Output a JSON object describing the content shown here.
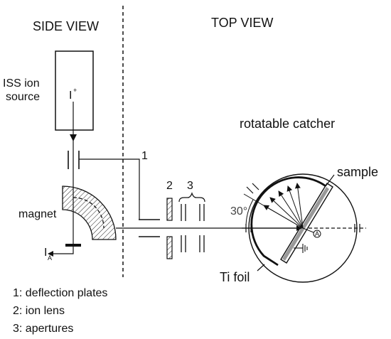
{
  "views": {
    "side": "SIDE VIEW",
    "top": "TOP VIEW"
  },
  "labels": {
    "source_line1": "ISS ion",
    "source_line2": "source",
    "ion_symbol": "I",
    "ion_charge": "+",
    "callout_1": "1",
    "callout_2": "2",
    "callout_3": "3",
    "magnet": "magnet",
    "current_symbol": "I",
    "current_subscript": "A",
    "catcher": "rotatable catcher",
    "sample": "sample",
    "angle": "30°",
    "foil": "Ti foil",
    "ammeter": "A"
  },
  "legend": [
    "1: deflection plates",
    "2: ion lens",
    "3: apertures"
  ],
  "colors": {
    "ink": "#111111",
    "sample_fill": "#999999",
    "hatch": "#222222"
  }
}
